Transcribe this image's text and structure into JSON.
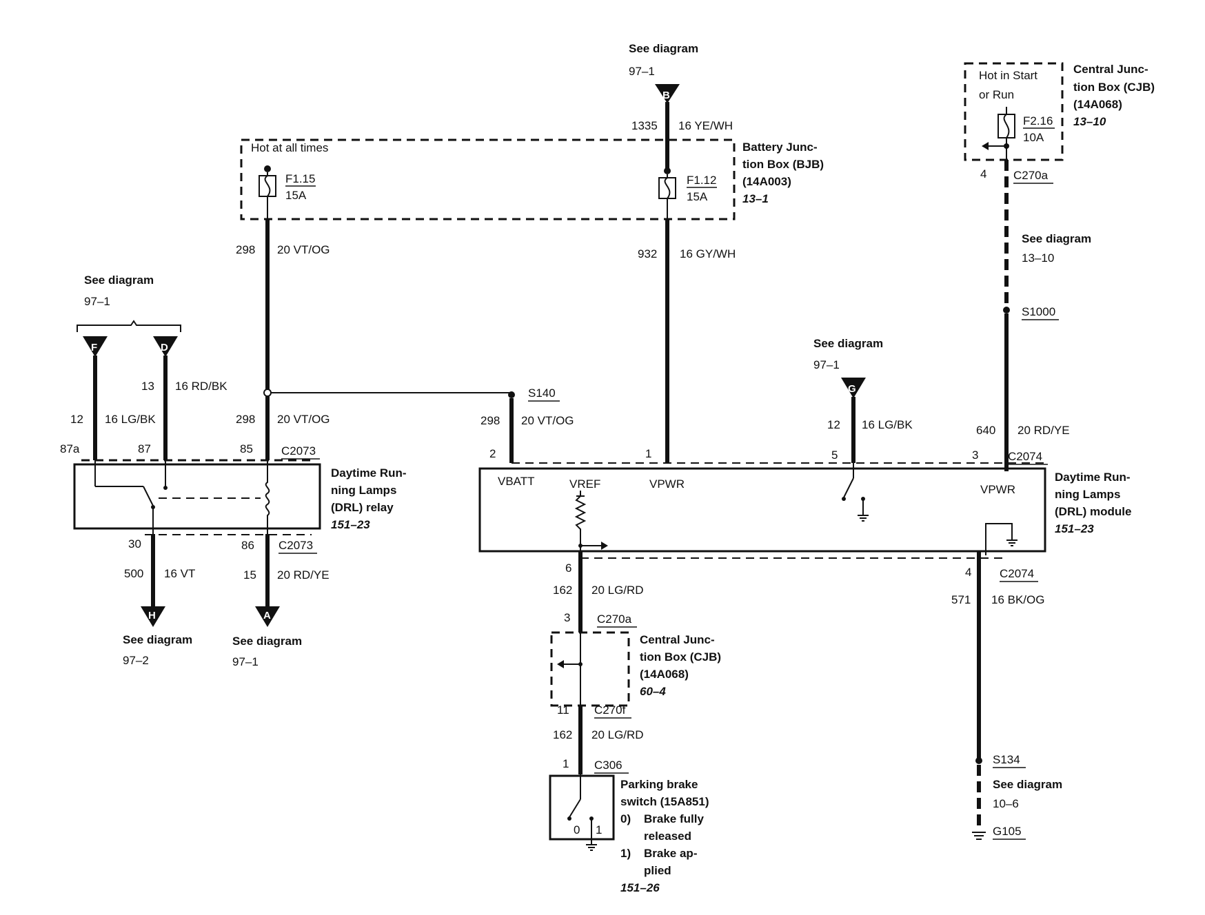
{
  "see_diagram": "See diagram",
  "top_b": {
    "ref": "97–1",
    "letter": "B",
    "circuit": "1335",
    "wire": "16 YE/WH"
  },
  "bjb": {
    "hot_label": "Hot at all times",
    "name": [
      "Battery Junc-",
      "tion Box (BJB)",
      "(14A003)"
    ],
    "ref": "13–1",
    "fuse1": {
      "id": "F1.15",
      "rating": "15A"
    },
    "fuse2": {
      "id": "F1.12",
      "rating": "15A"
    }
  },
  "wire_298_top": {
    "circuit": "298",
    "wire": "20 VT/OG"
  },
  "wire_932": {
    "circuit": "932",
    "wire": "16 GY/WH"
  },
  "cjb_top": {
    "hot_label": [
      "Hot in Start",
      "or Run"
    ],
    "name": [
      "Central Junc-",
      "tion Box (CJB)",
      "(14A068)"
    ],
    "ref": "13–10",
    "fuse": {
      "id": "F2.16",
      "rating": "10A"
    },
    "pin": "4",
    "connector": "C270a"
  },
  "see_13_10": {
    "ref": "13–10"
  },
  "splice_s1000": "S1000",
  "left_fd": {
    "ref": "97–1",
    "f": "F",
    "d": "D"
  },
  "wire_13": {
    "circuit": "13",
    "wire": "16 RD/BK"
  },
  "wire_12_left": {
    "circuit": "12",
    "wire": "16 LG/BK"
  },
  "wire_298_relay": {
    "circuit": "298",
    "wire": "20 VT/OG"
  },
  "splice_s140": "S140",
  "wire_298_mod": {
    "circuit": "298",
    "wire": "20 VT/OG"
  },
  "g_conn": {
    "ref": "97–1",
    "letter": "G"
  },
  "wire_12_right": {
    "circuit": "12",
    "wire": "16 LG/BK"
  },
  "wire_640": {
    "circuit": "640",
    "wire": "20 RD/YE"
  },
  "relay": {
    "pins_top": [
      "87a",
      "87",
      "85"
    ],
    "connector_top": "C2073",
    "pins_bottom": [
      "30",
      "86"
    ],
    "connector_bottom": "C2073",
    "name": [
      "Daytime Run-",
      "ning Lamps",
      "(DRL) relay"
    ],
    "ref": "151–23"
  },
  "module": {
    "pins_top": [
      "2",
      "1",
      "5",
      "3"
    ],
    "connector_top": "C2074",
    "labels": [
      "VBATT",
      "VREF",
      "VPWR",
      "VPWR"
    ],
    "name": [
      "Daytime Run-",
      "ning Lamps",
      "(DRL) module"
    ],
    "ref": "151–23",
    "pin_bottom_left": "6",
    "pin_bottom_right": "4",
    "connector_bottom": "C2074"
  },
  "wire_500": {
    "circuit": "500",
    "wire": "16 VT"
  },
  "wire_15": {
    "circuit": "15",
    "wire": "20 RD/YE"
  },
  "bottom_h": {
    "letter": "H",
    "ref": "97–2"
  },
  "bottom_a": {
    "letter": "A",
    "ref": "97–1"
  },
  "wire_162a": {
    "circuit": "162",
    "wire": "20 LG/RD"
  },
  "cjb_bottom": {
    "pin_top": "3",
    "connector_top": "C270a",
    "pin_bottom": "11",
    "connector_bottom": "C270f",
    "name": [
      "Central Junc-",
      "tion Box (CJB)",
      "(14A068)"
    ],
    "ref": "60–4"
  },
  "wire_162b": {
    "circuit": "162",
    "wire": "20 LG/RD"
  },
  "pbrake": {
    "pin": "1",
    "connector": "C306",
    "name": [
      "Parking brake",
      "switch (15A851)"
    ],
    "states": [
      {
        "n": "0)",
        "text": [
          "Brake fully",
          "released"
        ]
      },
      {
        "n": "1)",
        "text": [
          "Brake ap-",
          "plied"
        ]
      }
    ],
    "ref": "151–26",
    "pos0": "0",
    "pos1": "1"
  },
  "wire_571": {
    "circuit": "571",
    "wire": "16 BK/OG"
  },
  "splice_s134": "S134",
  "see_10_6": {
    "ref": "10–6"
  },
  "ground_g105": "G105"
}
